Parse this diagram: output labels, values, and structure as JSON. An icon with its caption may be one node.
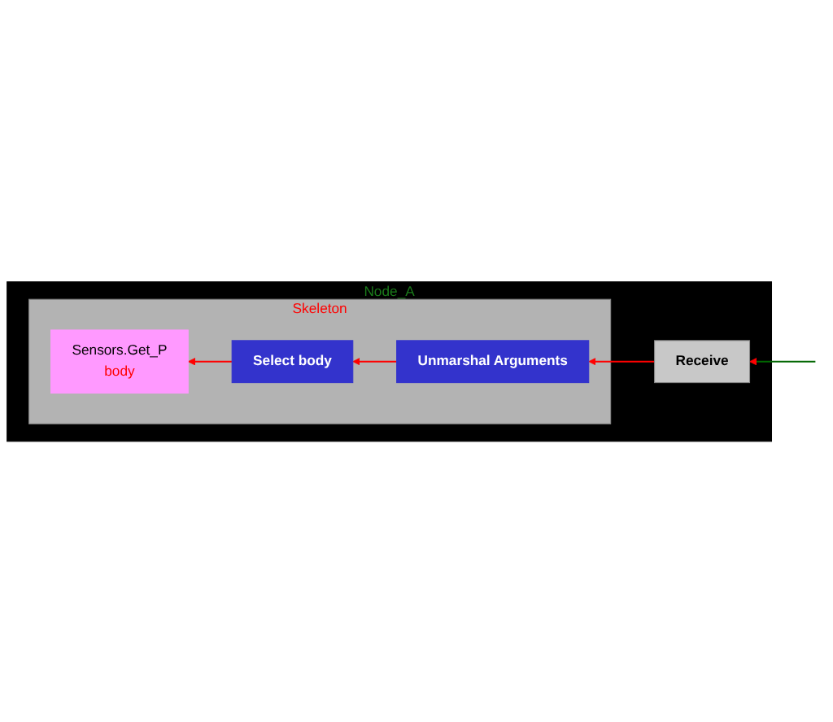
{
  "diagram": {
    "nodes": [
      {
        "text": [
          "Node_A"
        ]
      },
      {
        "text": [
          "Skeleton"
        ],
        "in": 0
      },
      {
        "text": [
          "Sensors.Get_P",
          "body"
        ],
        "in": 1
      },
      {
        "text": [
          "Select body"
        ],
        "in": 1
      },
      {
        "text": [
          "Unmarshal Arguments"
        ],
        "in": 1
      },
      {
        "text": [
          "Receive"
        ],
        "in": 0
      }
    ],
    "edges": [
      {
        "from": null,
        "to": 5,
        "arrow": "to",
        "color": "#006600"
      },
      {
        "from": 5,
        "to": 4,
        "arrow": "to"
      },
      {
        "from": 4,
        "to": 3,
        "arrow": "to"
      },
      {
        "from": 3,
        "to": 2,
        "arrow": "to"
      }
    ]
  }
}
